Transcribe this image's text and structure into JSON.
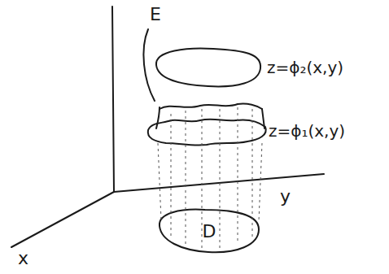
{
  "diagram": {
    "nodes": [
      {
        "text": [
          "D"
        ]
      }
    ],
    "labels": [
      "E",
      "z=ϕ₂(x,y)",
      "z=ϕ₁(x,y)",
      "y",
      "x"
    ]
  }
}
